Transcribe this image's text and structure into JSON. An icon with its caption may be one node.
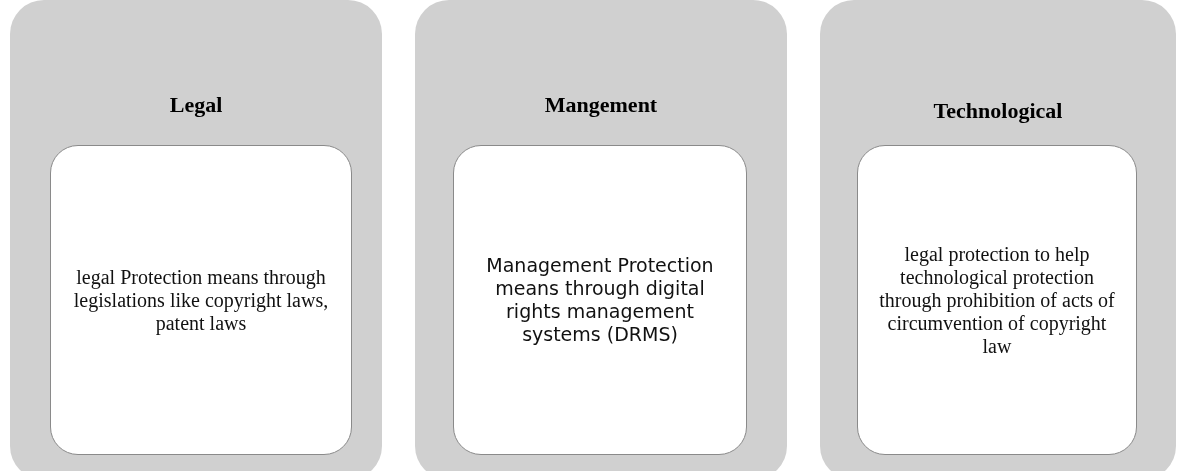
{
  "diagram": {
    "nodes": [
      {
        "text": [
          "Legal"
        ]
      },
      {
        "text": [
          "legal Protection means through legislations like copyright laws, patent laws"
        ],
        "in": 0
      },
      {
        "text": [
          "Mangement"
        ]
      },
      {
        "text": [
          "Management Protection means through digital rights management systems (DRMS)"
        ],
        "in": 2
      },
      {
        "text": [
          "Technological"
        ]
      },
      {
        "text": [
          "legal protection to help technological protection through prohibition of acts of circumvention of copyright law"
        ],
        "in": 4
      }
    ]
  }
}
